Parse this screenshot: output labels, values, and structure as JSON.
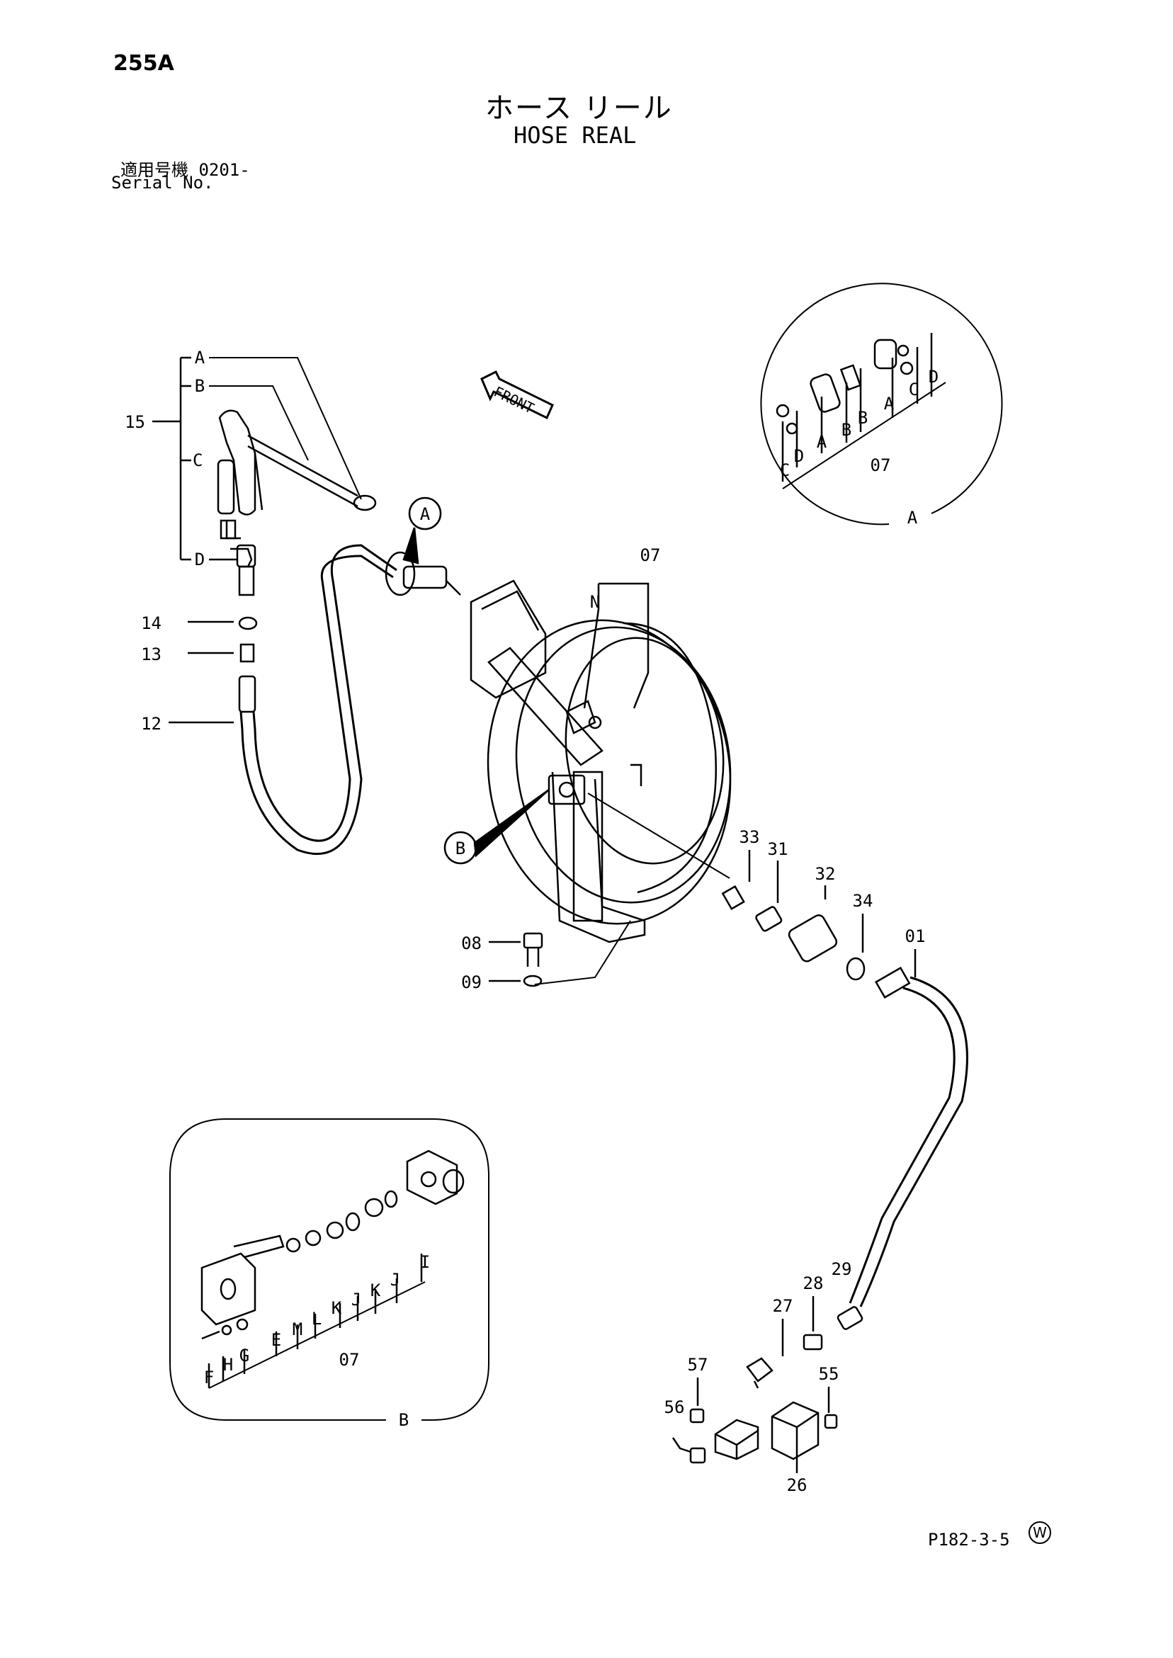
{
  "page_code": "255A",
  "title_jp": "ホース リール",
  "title_en": "HOSE REAL",
  "serial_label_jp": "適用号機  0201-",
  "serial_label_en": "Serial No.",
  "page_ref": "P182-3-5",
  "watermark": "W",
  "front_label": "FRONT",
  "callouts": {
    "A": "A",
    "B": "B"
  },
  "parts": {
    "p15": "15",
    "p14": "14",
    "p13": "13",
    "p12": "12",
    "p07": "07",
    "p08": "08",
    "p09": "09",
    "pN": "N",
    "p33": "33",
    "p31": "31",
    "p32": "32",
    "p34": "34",
    "p01": "01",
    "p27": "27",
    "p28": "28",
    "p29": "29",
    "p57": "57",
    "p55": "55",
    "p56": "56",
    "p26": "26"
  },
  "sub15": {
    "A": "A",
    "B": "B",
    "C": "C",
    "D": "D"
  },
  "detailA": {
    "labels": [
      "C",
      "D",
      "A",
      "B",
      "B",
      "A",
      "C",
      "D"
    ],
    "ref": "07",
    "tag": "A"
  },
  "detailB": {
    "labels": [
      "F",
      "H",
      "G",
      "E",
      "M",
      "L",
      "K",
      "J",
      "K",
      "J",
      "I"
    ],
    "ref": "07",
    "tag": "B"
  }
}
